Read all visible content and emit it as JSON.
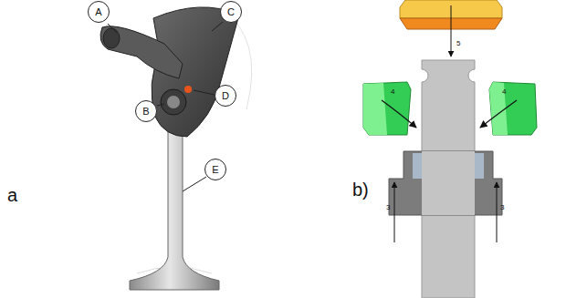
{
  "diagram": {
    "nodes": [
      {
        "text": [
          "A"
        ]
      },
      {
        "text": [
          "C"
        ]
      },
      {
        "text": [
          "D"
        ]
      },
      {
        "text": [
          "B"
        ]
      },
      {
        "text": [
          "E"
        ]
      }
    ],
    "labels": [
      "a",
      "b)",
      "5",
      "4",
      "4",
      "3",
      "3"
    ]
  }
}
